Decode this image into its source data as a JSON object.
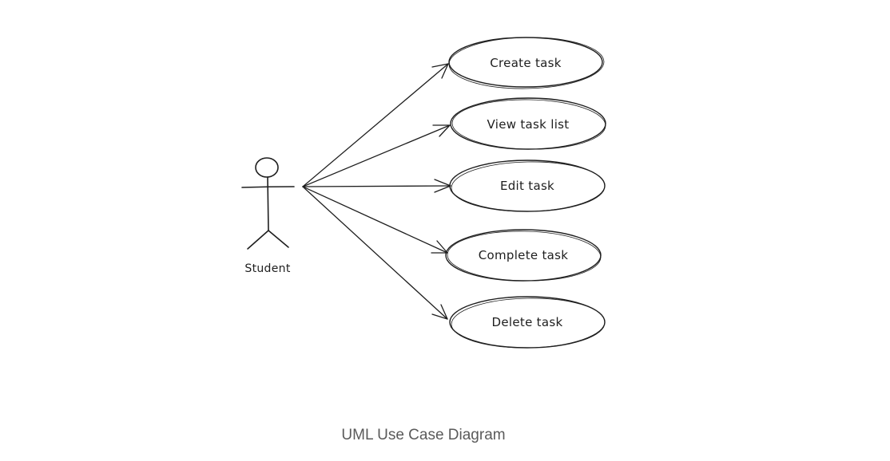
{
  "diagram": {
    "actor": {
      "label": "Student"
    },
    "use_cases": [
      {
        "label": "Create task"
      },
      {
        "label": "View task list"
      },
      {
        "label": "Edit task"
      },
      {
        "label": "Complete task"
      },
      {
        "label": "Delete task"
      }
    ],
    "caption": "UML Use Case Diagram"
  }
}
